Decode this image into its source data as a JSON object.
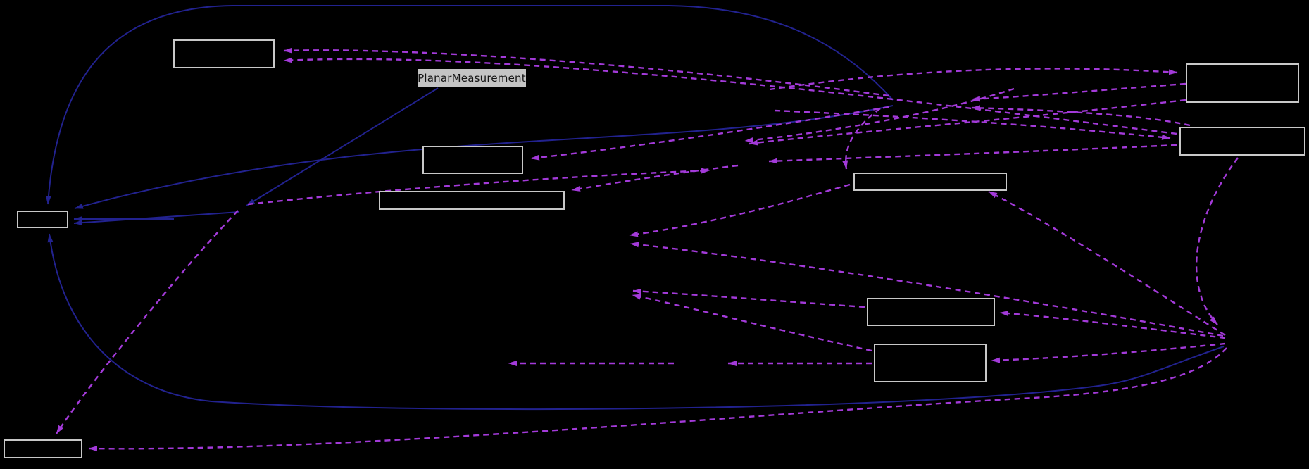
{
  "diagram": {
    "type": "collaboration-graph",
    "label": "PlanarMeasurement",
    "background": "#000000",
    "colors": {
      "node_border": "#c8c8c8",
      "label_fill": "#c4c4c4",
      "label_text": "#141414",
      "inheritance_edge": "#22228f",
      "usage_edge": "#a33ad9"
    },
    "nodes": [
      {
        "id": "node-top-left",
        "label": ""
      },
      {
        "id": "node-mid-upper",
        "label": ""
      },
      {
        "id": "node-mid-wide",
        "label": ""
      },
      {
        "id": "node-left-hub",
        "label": ""
      },
      {
        "id": "node-right-top",
        "label": ""
      },
      {
        "id": "node-right-second",
        "label": ""
      },
      {
        "id": "node-center-right-wide",
        "label": ""
      },
      {
        "id": "node-lower-right-a",
        "label": ""
      },
      {
        "id": "node-lower-right-b",
        "label": ""
      },
      {
        "id": "node-bottom-left",
        "label": ""
      }
    ],
    "edge_styles": {
      "inheritance": "solid",
      "usage": "dashed"
    }
  }
}
